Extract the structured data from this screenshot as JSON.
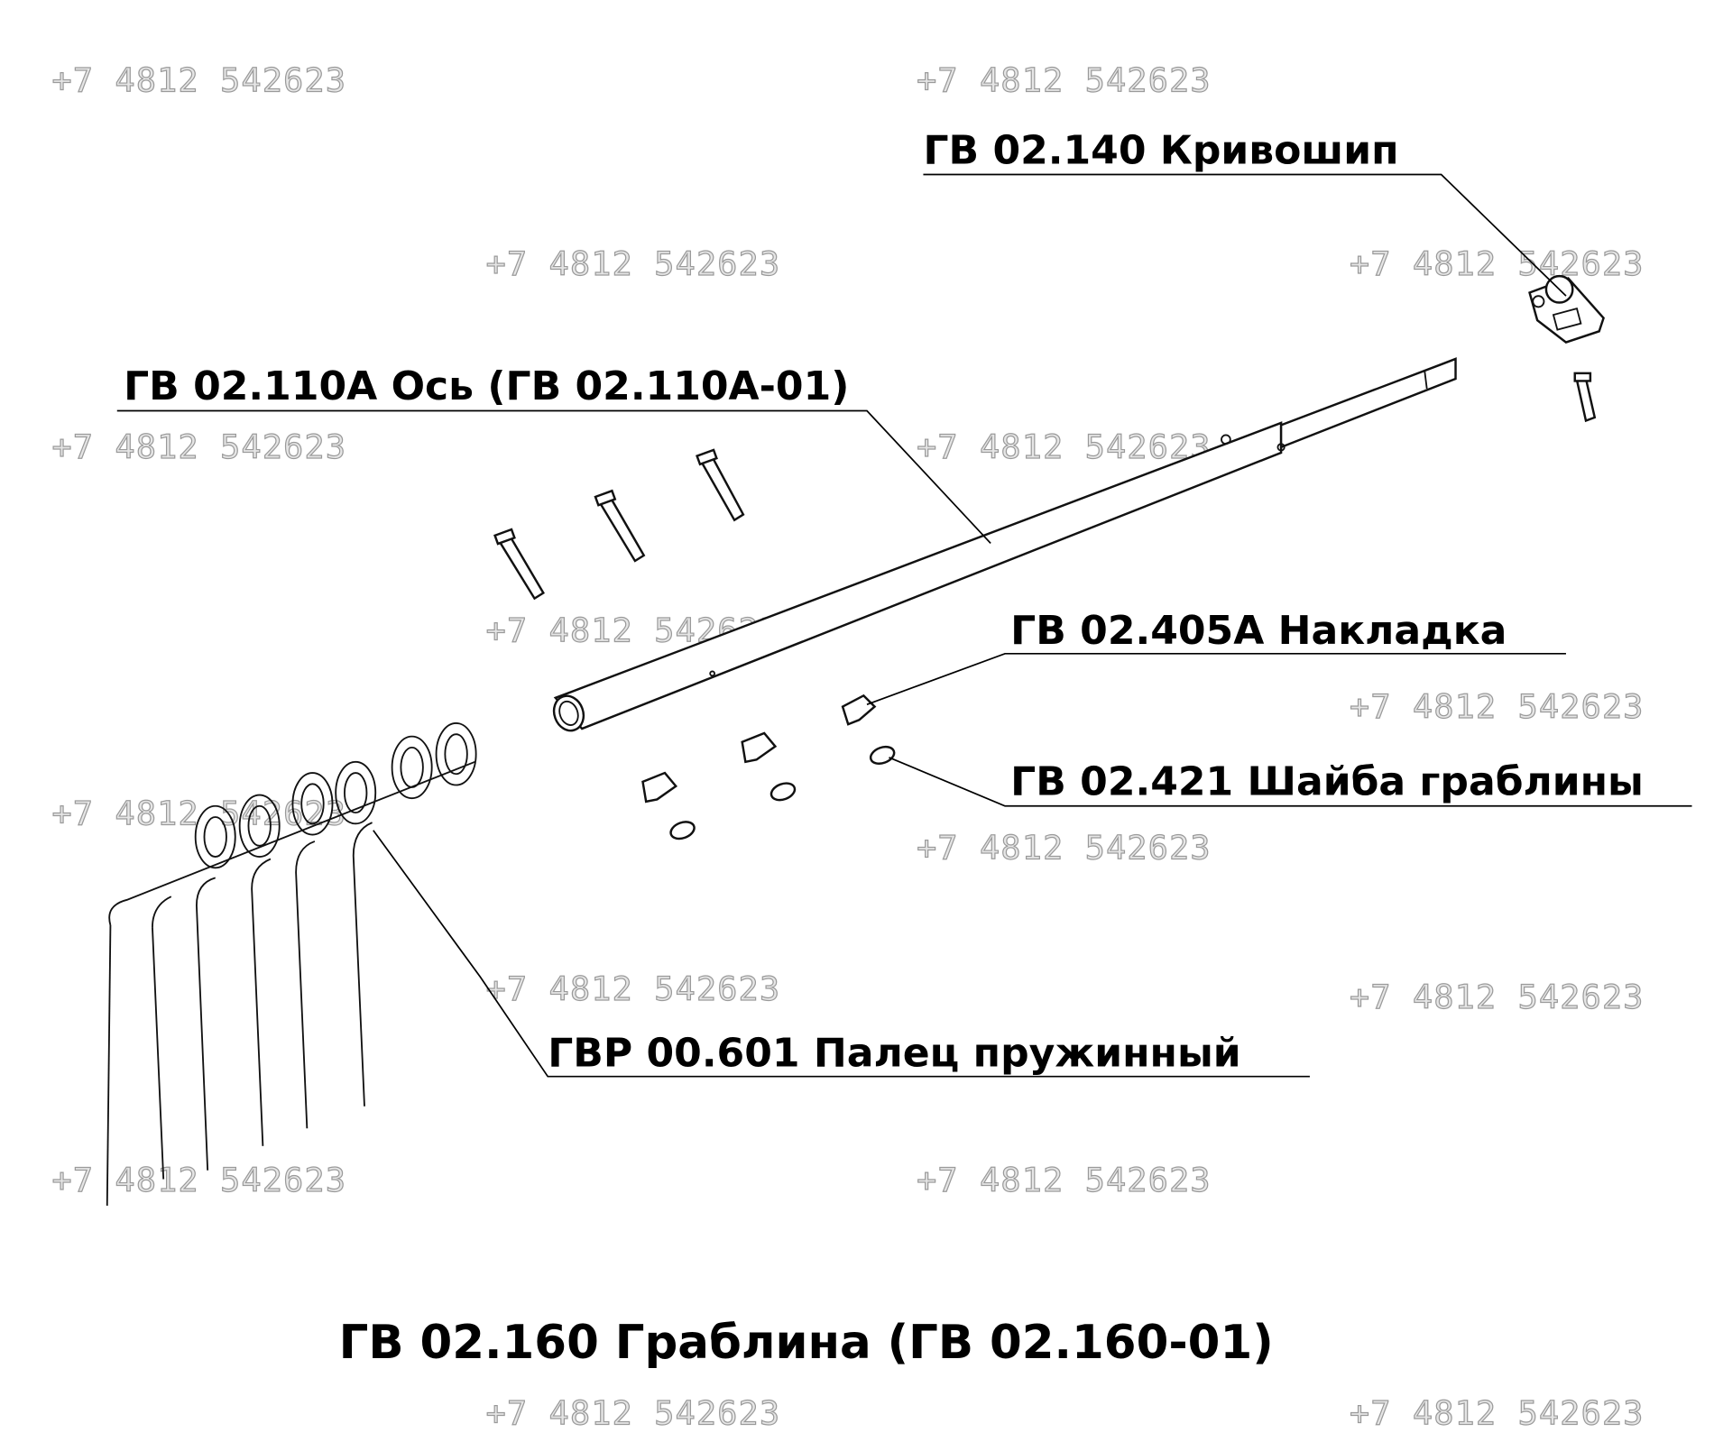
{
  "watermark_text": "+7 4812 542623",
  "labels": {
    "crank": "ГВ 02.140 Кривошип",
    "axle": "ГВ 02.110А Ось (ГВ 02.110А-01)",
    "plate": "ГВ 02.405А Накладка",
    "washer": "ГВ 02.421 Шайба граблины",
    "finger": "ГВР 00.601 Палец пружинный"
  },
  "title": "ГВ 02.160 Граблина (ГВ 02.160-01)"
}
